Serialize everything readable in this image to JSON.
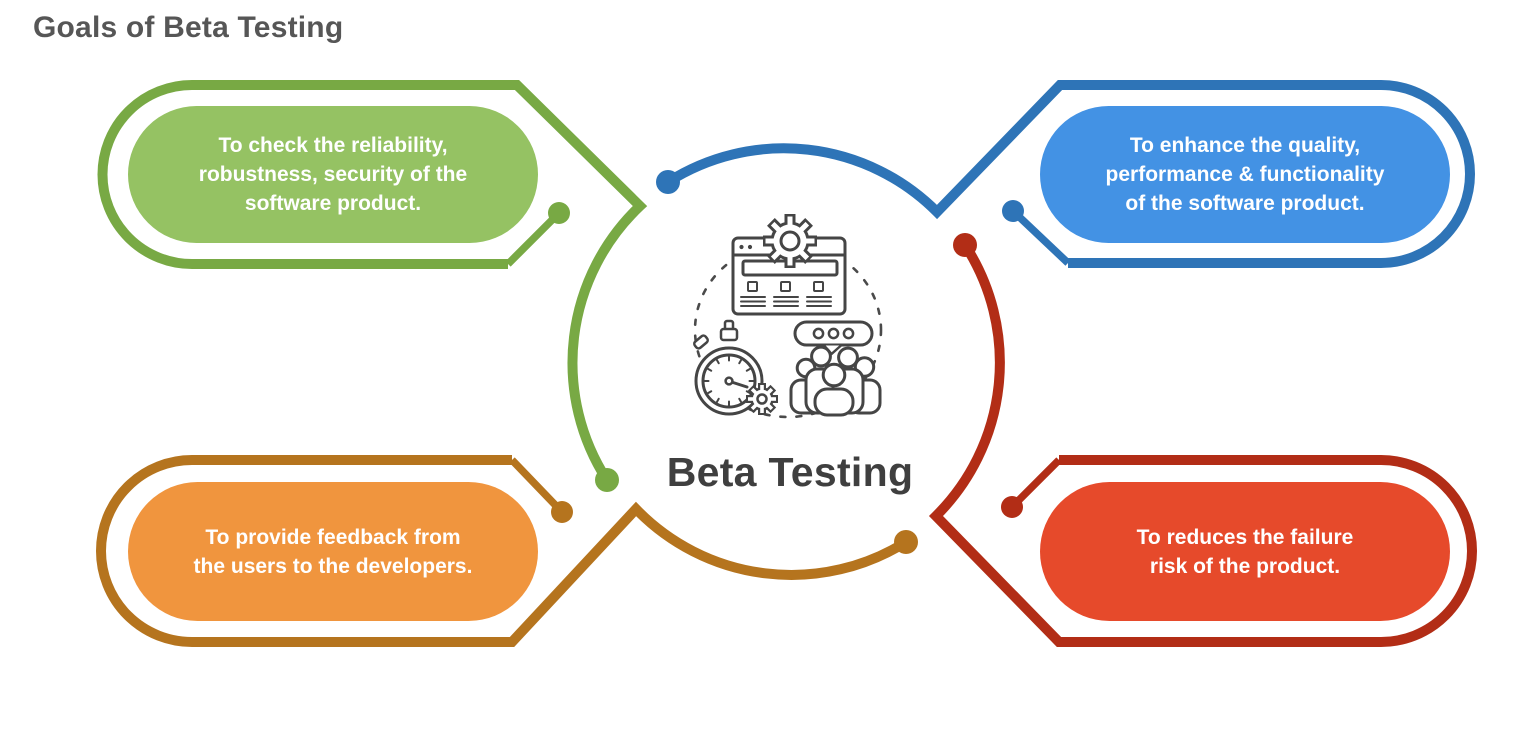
{
  "title": "Goals of Beta Testing",
  "center": {
    "label": "Beta Testing",
    "icon": "beta-testing-line-illustration",
    "icon_parts": [
      "dashed-circle",
      "browser-window",
      "gear",
      "stopwatch",
      "small-cog",
      "speech-bubble",
      "users-group"
    ],
    "label_color": "#3F3F3F"
  },
  "goals": [
    {
      "position": "top-left",
      "fill_color": "#95C263",
      "outline_color": "#78A944",
      "lines": [
        "To check the reliability,",
        "robustness, security of the",
        "software product."
      ]
    },
    {
      "position": "top-right",
      "fill_color": "#4392E4",
      "outline_color": "#2E74B7",
      "lines": [
        "To enhance the quality,",
        "performance & functionality",
        "of the software product."
      ]
    },
    {
      "position": "bottom-left",
      "fill_color": "#F0953E",
      "outline_color": "#B5741E",
      "lines": [
        "To provide feedback from",
        "the users to the developers."
      ]
    },
    {
      "position": "bottom-right",
      "fill_color": "#E64A2B",
      "outline_color": "#B22D16",
      "lines": [
        "To reduces the failure",
        "risk of the product."
      ]
    }
  ],
  "title_color": "#565656"
}
